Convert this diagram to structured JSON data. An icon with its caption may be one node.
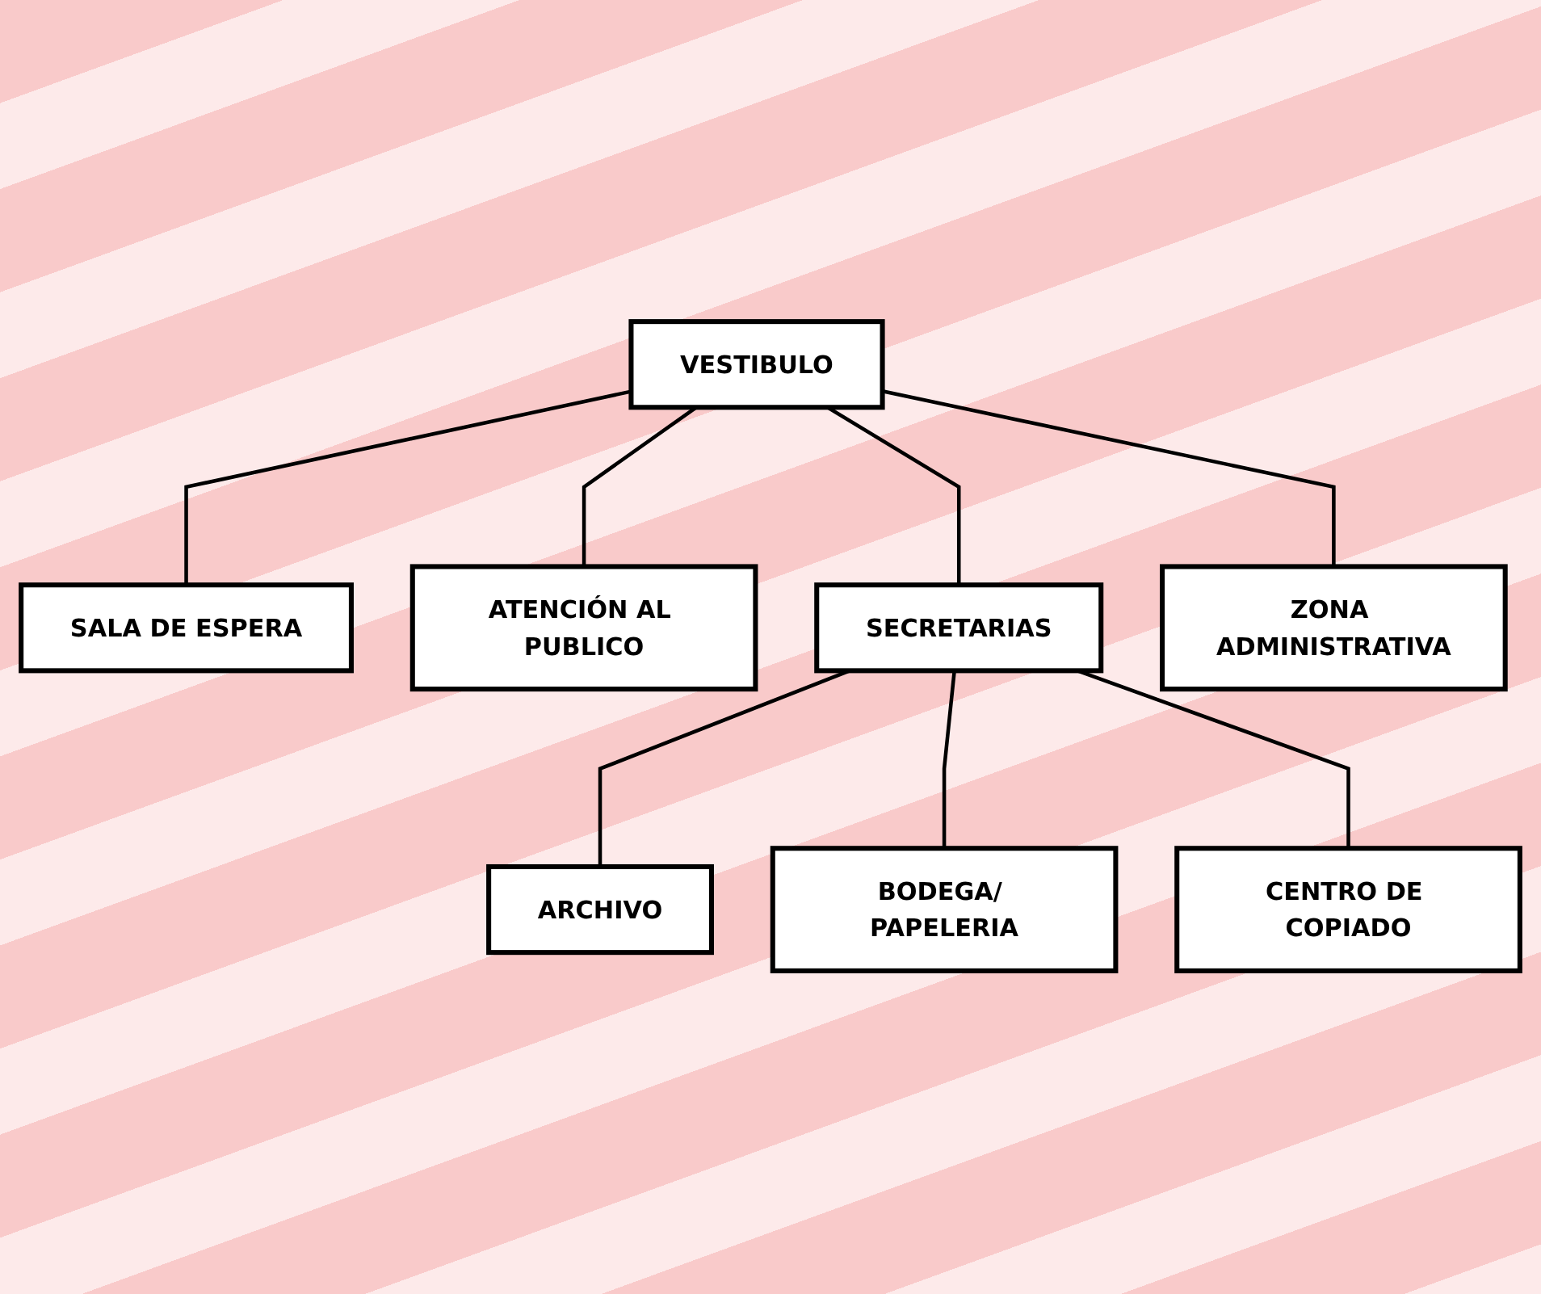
{
  "diagram": {
    "nodes": [
      {
        "text": [
          "VESTIBULO"
        ]
      },
      {
        "text": [
          "SALA DE ESPERA"
        ]
      },
      {
        "text": [
          "ATENCIÓN AL PUBLICO"
        ]
      },
      {
        "text": [
          "SECRETARIAS"
        ]
      },
      {
        "text": [
          "ZONA ADMINISTRATIVA"
        ]
      },
      {
        "text": [
          "ARCHIVO"
        ]
      },
      {
        "text": [
          "BODEGA/ PAPELERIA"
        ]
      },
      {
        "text": [
          "CENTRO DE COPIADO"
        ]
      }
    ],
    "edges": [
      {
        "from": 0,
        "to": 1,
        "arrow": "none"
      },
      {
        "from": 0,
        "to": 2,
        "arrow": "none"
      },
      {
        "from": 0,
        "to": 3,
        "arrow": "none"
      },
      {
        "from": 0,
        "to": 4,
        "arrow": "none"
      },
      {
        "from": 3,
        "to": 5,
        "arrow": "none"
      },
      {
        "from": 3,
        "to": 6,
        "arrow": "none"
      },
      {
        "from": 3,
        "to": 7,
        "arrow": "none"
      }
    ]
  }
}
